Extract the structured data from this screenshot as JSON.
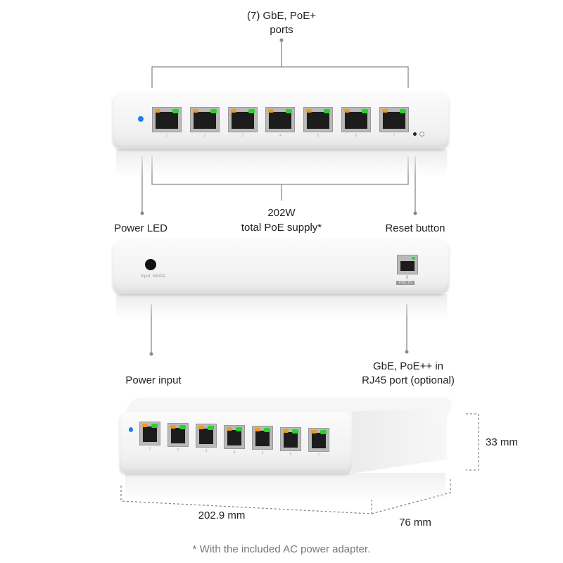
{
  "callouts": {
    "ports_line1": "(7) GbE, PoE+",
    "ports_line2": "ports",
    "supply_line1": "202W",
    "supply_line2": "total PoE supply*",
    "power_led": "Power LED",
    "reset_button": "Reset button",
    "power_input": "Power input",
    "uplink_line1": "GbE, PoE++ in",
    "uplink_line2": "RJ45 port (optional)"
  },
  "front_ports": [
    "1",
    "2",
    "3",
    "4",
    "5",
    "6",
    "7"
  ],
  "back_panel": {
    "power_label": "Input: 54VDC",
    "port_number": "8",
    "port_badge": "PoE In"
  },
  "dimensions": {
    "height": "33 mm",
    "width": "202.9 mm",
    "depth": "76 mm"
  },
  "footnote": "* With the included AC power adapter.",
  "colors": {
    "led_blue": "#1a7ff0",
    "led_orange": "#f29a1c",
    "led_green": "#27d42b"
  }
}
